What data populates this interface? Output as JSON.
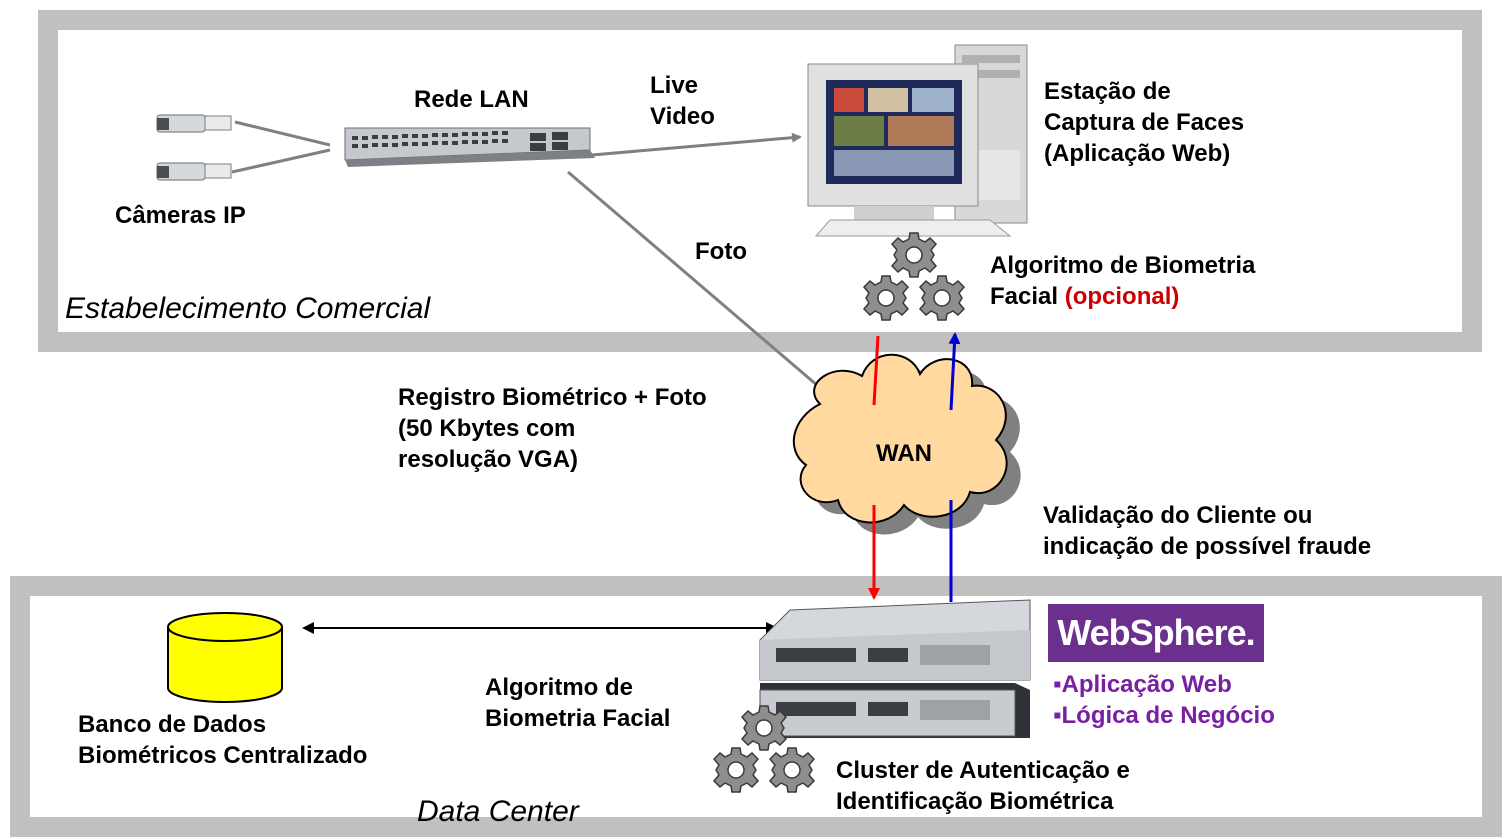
{
  "zones": {
    "top_title": "Estabelecimento Comercial",
    "bottom_title": "Data Center"
  },
  "labels": {
    "cameras": "Câmeras IP",
    "lan": "Rede LAN",
    "live_video_line1": "Live",
    "live_video_line2": "Video",
    "foto": "Foto",
    "station_line1": "Estação de",
    "station_line2": "Captura de Faces",
    "station_line3": "(Aplicação Web)",
    "top_algo_line1": "Algoritmo de Biometria",
    "top_algo_line2": "Facial",
    "top_algo_optional": "(opcional)",
    "registro_line1": "Registro Biométrico + Foto",
    "registro_line2": "(50 Kbytes com",
    "registro_line3": "resolução VGA)",
    "wan": "WAN",
    "validacao_line1": "Validação do Cliente ou",
    "validacao_line2": "indicação de possível fraude",
    "db_line1": "Banco de Dados",
    "db_line2": "Biométricos Centralizado",
    "dc_algo_line1": "Algoritmo de",
    "dc_algo_line2": "Biometria Facial",
    "cluster_line1": "Cluster de Autenticação e",
    "cluster_line2": "Identificação Biométrica",
    "websphere_logo": "WebSphere.",
    "ws_item1": "▪Aplicação Web",
    "ws_item2": "▪Lógica de Negócio"
  },
  "icons": [
    "ip-camera-icon",
    "network-switch-icon",
    "desktop-computer-icon",
    "gear-icon",
    "cloud-icon",
    "database-cylinder-icon",
    "rack-server-icon"
  ],
  "colors": {
    "zone_border": "#c0c0c0",
    "cloud_fill": "#ffd9a0",
    "database_fill": "#ffff00",
    "upstream_arrow": "#ff0000",
    "downstream_arrow": "#0000cc",
    "optional_text": "#cc0000",
    "websphere_brand": "#6b2f8e"
  }
}
